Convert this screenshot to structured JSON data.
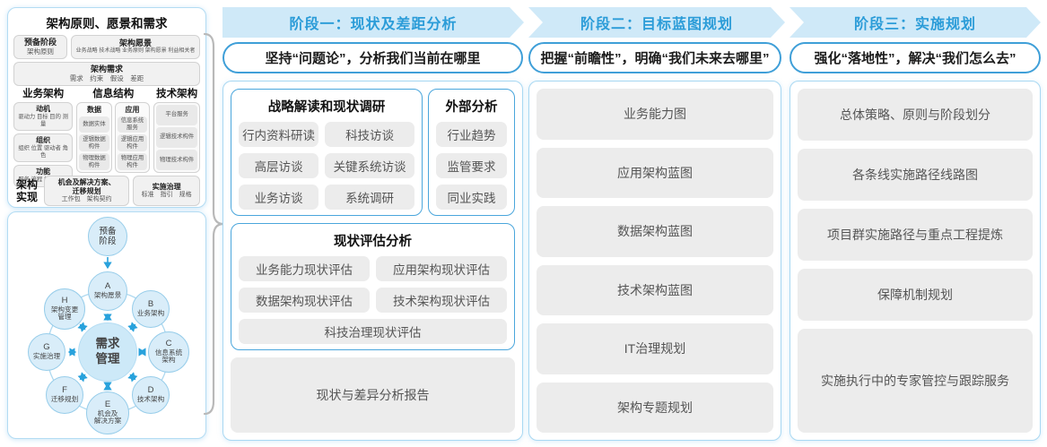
{
  "left_panel": {
    "title": "架构原则、愿景和需求",
    "prep_stage": {
      "title": "预备阶段",
      "sub": "架构原则"
    },
    "vision": {
      "title": "架构愿景",
      "sub": "业务战略 技术战略 业务原则 架构愿景 利益相关者"
    },
    "requirement": {
      "title": "架构需求",
      "sub": "需求　约束　假设　差距"
    },
    "business_arch": {
      "title": "业务架构",
      "groups": [
        {
          "title": "动机",
          "sub": "驱动力 目标 目的 测量"
        },
        {
          "title": "组织",
          "sub": "组织 位置 驱动者 角色"
        },
        {
          "title": "功能",
          "sub": "服务 流程 控制 功能"
        }
      ]
    },
    "info_struct": {
      "title": "信息结构",
      "data": {
        "title": "数据",
        "items": [
          "数据实体",
          "逻辑数据构件",
          "物理数据构件"
        ]
      },
      "app": {
        "title": "应用",
        "items": [
          "信息系统服务",
          "逻辑应用构件",
          "物理应用构件"
        ]
      }
    },
    "tech_arch": {
      "title": "技术架构",
      "items": [
        "平台服务",
        "逻辑技术构件",
        "物理技术构件"
      ]
    },
    "realization": {
      "label": "架构\n实现",
      "solution": {
        "title": "机会及解决方案、\n迁移规划",
        "sub": "工作包　架构契约"
      },
      "governance": {
        "title": "实施治理",
        "sub": "标准　指引　规格"
      }
    }
  },
  "adm_cycle": {
    "prep": "预备\n阶段",
    "center": "需求\n管理",
    "nodes": [
      {
        "letter": "A",
        "label": "架构愿景"
      },
      {
        "letter": "B",
        "label": "业务架构"
      },
      {
        "letter": "C",
        "label": "信息系统\n架构"
      },
      {
        "letter": "D",
        "label": "技术架构"
      },
      {
        "letter": "E",
        "label": "机会及\n解决方案"
      },
      {
        "letter": "F",
        "label": "迁移规划"
      },
      {
        "letter": "G",
        "label": "实施治理"
      },
      {
        "letter": "H",
        "label": "架构变更\n管理"
      }
    ]
  },
  "phases": [
    {
      "banner": "阶段一：现状及差距分析",
      "subtitle": "坚持“问题论”，分析我们当前在哪里",
      "strategy": {
        "title": "战略解读和现状调研",
        "items": [
          "行内资料研读",
          "科技访谈",
          "高层访谈",
          "关键系统访谈",
          "业务访谈",
          "系统调研"
        ]
      },
      "external": {
        "title": "外部分析",
        "items": [
          "行业趋势",
          "监管要求",
          "同业实践"
        ]
      },
      "assessment": {
        "title": "现状评估分析",
        "items": [
          "业务能力现状评估",
          "应用架构现状评估",
          "数据架构现状评估",
          "技术架构现状评估",
          "科技治理现状评估"
        ]
      },
      "report": "现状与差异分析报告"
    },
    {
      "banner": "阶段二：目标蓝图规划",
      "subtitle": "把握“前瞻性”，明确“我们未来去哪里”",
      "items": [
        "业务能力图",
        "应用架构蓝图",
        "数据架构蓝图",
        "技术架构蓝图",
        "IT治理规划",
        "架构专题规划"
      ]
    },
    {
      "banner": "阶段三：实施规划",
      "subtitle": "强化“落地性”，解决“我们怎么去”",
      "items": [
        "总体策略、原则与阶段划分",
        "各条线实施路径线路图",
        "项目群实施路径与重点工程提炼",
        "保障机制规划",
        "实施执行中的专家管控与跟踪服务"
      ]
    }
  ],
  "colors": {
    "banner_bg": "#cfe9f8",
    "banner_text": "#2b9cd8",
    "accent_border": "#3f9fd8",
    "panel_border": "#a9d8f2",
    "item_bg": "#ececec",
    "item_text": "#555555",
    "arrow_blue": "#29a2dc",
    "circle_fill": "#d9edf9",
    "circle_border": "#97cdea"
  }
}
